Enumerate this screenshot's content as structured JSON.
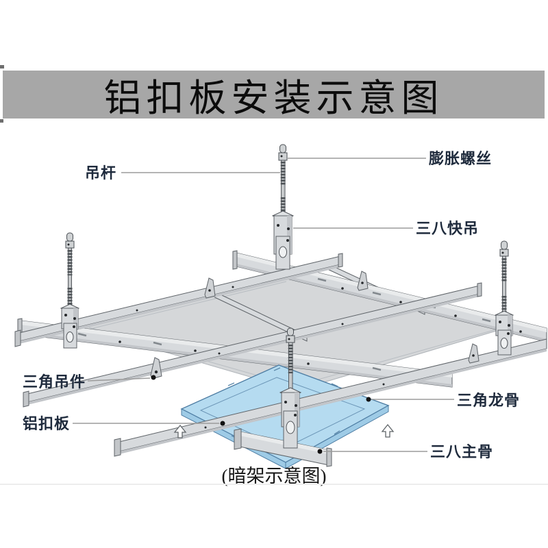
{
  "title": {
    "text": "铝扣板安装示意图"
  },
  "caption": {
    "text": "(暗架示意图)"
  },
  "callouts": {
    "hanger_rod": "吊杆",
    "expansion_screw": "膨胀螺丝",
    "quick_hanger_38": "三八快吊",
    "triangle_hanger": "三角吊件",
    "aluminum_panel": "铝扣板",
    "triangle_keel": "三角龙骨",
    "main_keel_38": "三八主骨"
  },
  "icons": {
    "up_arrow": "hollow-up-arrow"
  },
  "colors": {
    "banner_bg": "#a7a7a7",
    "title_text": "#0c0c0c",
    "label_text": "#1e2a3c",
    "leader_line": "#9b9b9b",
    "metal_fill": "#d7dadd",
    "metal_stroke": "#5d6267",
    "panel_fill": "#d5d7d9",
    "blue_panel_fill": "#b5dbf0",
    "blue_panel_stroke": "#4e7da3"
  }
}
